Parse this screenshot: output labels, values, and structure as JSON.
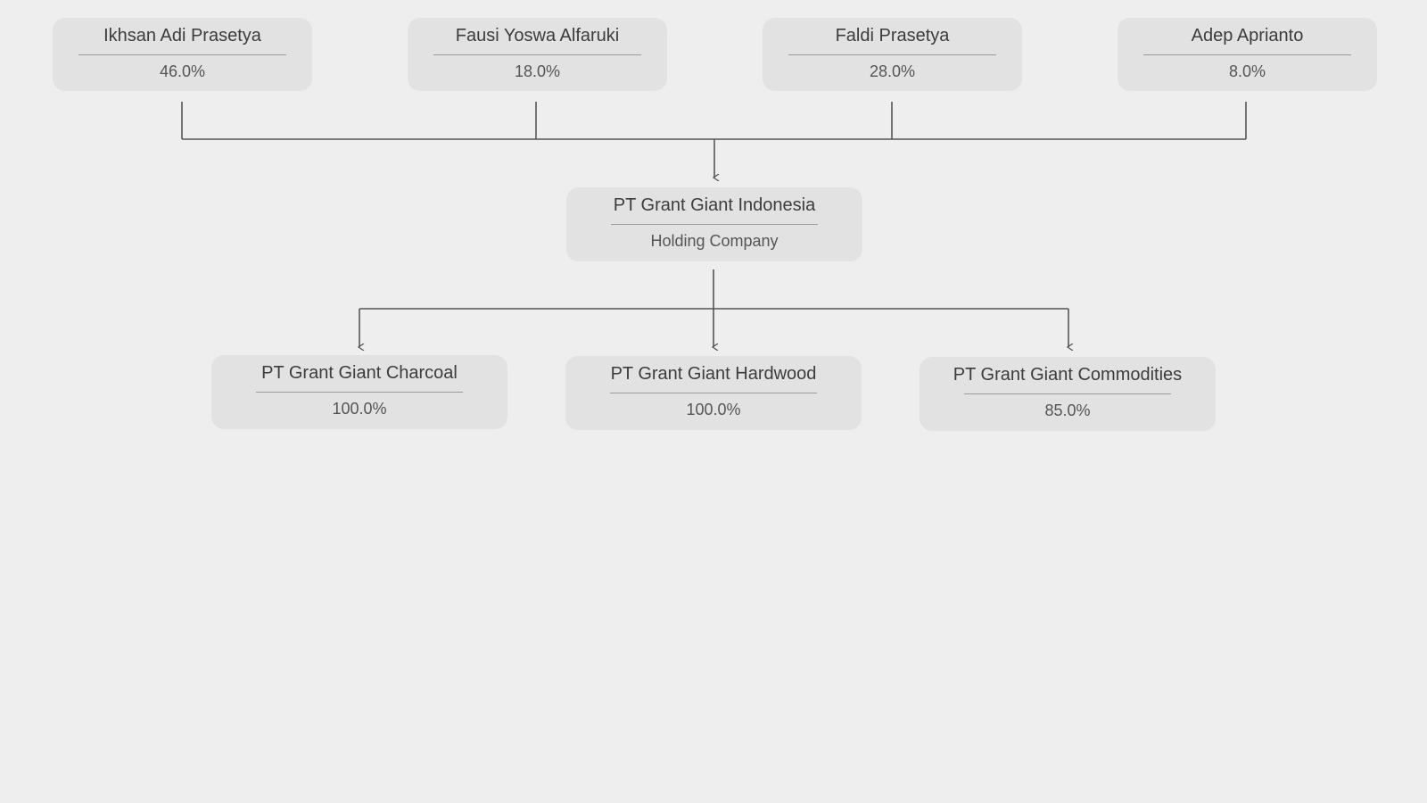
{
  "shareholders": [
    {
      "name": "Ikhsan Adi Prasetya",
      "share": "46.0%"
    },
    {
      "name": "Fausi Yoswa Alfaruki",
      "share": "18.0%"
    },
    {
      "name": "Faldi Prasetya",
      "share": "28.0%"
    },
    {
      "name": "Adep Aprianto",
      "share": "8.0%"
    }
  ],
  "holding": {
    "name": "PT Grant Giant Indonesia",
    "role": "Holding Company"
  },
  "subsidiaries": [
    {
      "name": "PT Grant Giant Charcoal",
      "share": "100.0%"
    },
    {
      "name": "PT Grant Giant Hardwood",
      "share": "100.0%"
    },
    {
      "name": "PT Grant Giant Commodities",
      "share": "85.0%"
    }
  ],
  "colors": {
    "background": "#eeeeee",
    "node": "#e2e2e2",
    "connector": "#555555"
  }
}
